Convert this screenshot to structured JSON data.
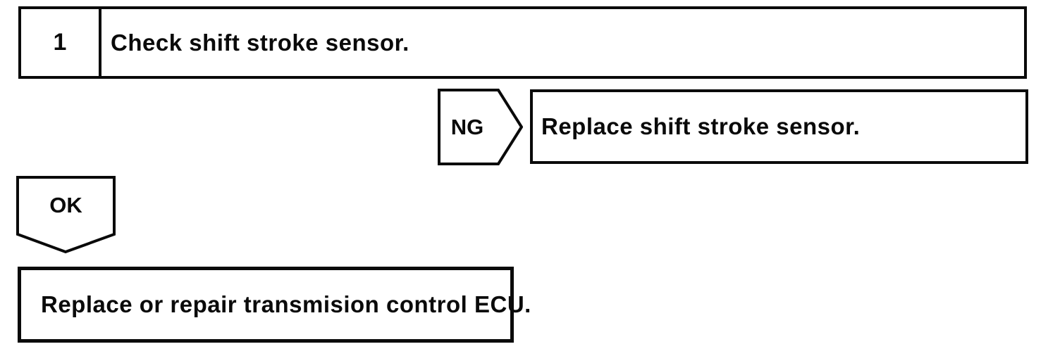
{
  "page": {
    "background_color": "#ffffff",
    "line_color": "#0a0a0a"
  },
  "flowchart": {
    "step_box": {
      "number": "1",
      "text": "Check shift stroke sensor."
    },
    "ng_connector": {
      "label": "NG"
    },
    "ng_box": {
      "text": "Replace shift stroke sensor."
    },
    "ok_connector": {
      "label": "OK"
    },
    "result_box": {
      "text": "Replace or repair transmision control ECU."
    }
  }
}
